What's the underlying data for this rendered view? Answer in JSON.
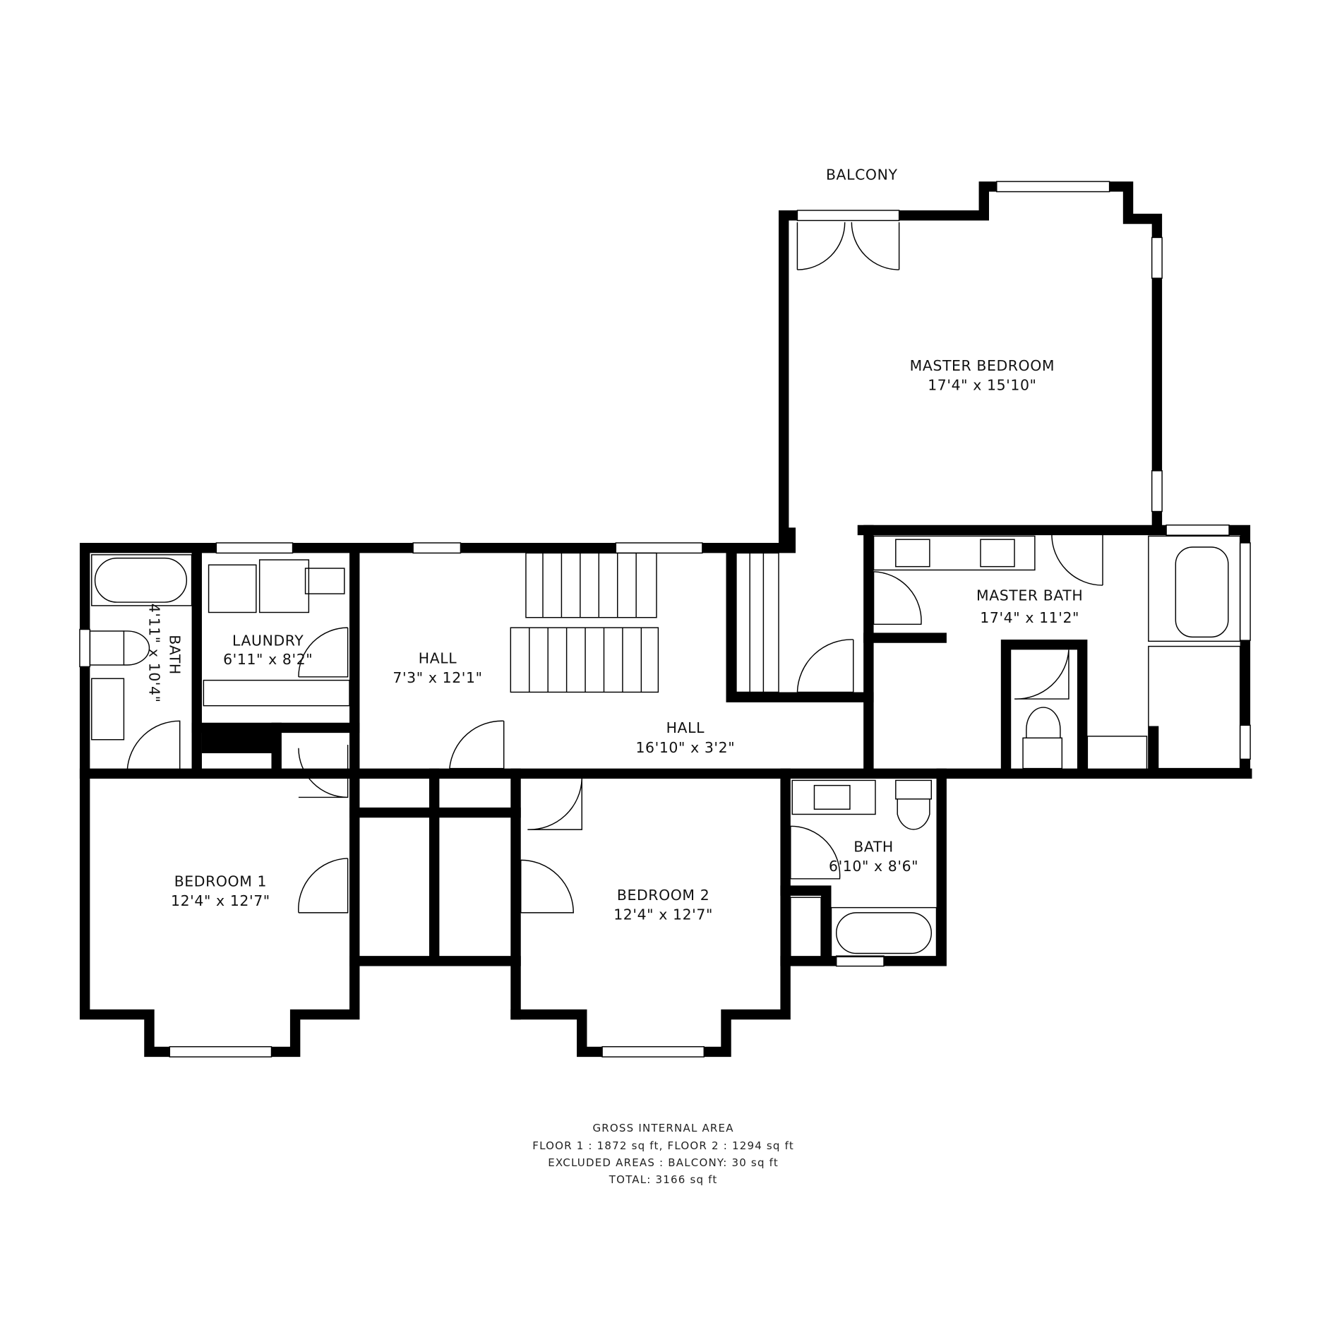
{
  "rooms": {
    "balcony": {
      "name": "BALCONY"
    },
    "master_bedroom": {
      "name": "MASTER BEDROOM",
      "size": "17'4\" x 15'10\""
    },
    "master_bath": {
      "name": "MASTER BATH",
      "size": "17'4\" x 11'2\""
    },
    "bath_small": {
      "name": "BATH",
      "size": "4'11\" x 10'4\""
    },
    "laundry": {
      "name": "LAUNDRY",
      "size": "6'11\" x 8'2\""
    },
    "hall_upper": {
      "name": "HALL",
      "size": "7'3\" x 12'1\""
    },
    "hall_lower": {
      "name": "HALL",
      "size": "16'10\" x 3'2\""
    },
    "bedroom1": {
      "name": "BEDROOM 1",
      "size": "12'4\" x 12'7\""
    },
    "bedroom2": {
      "name": "BEDROOM 2",
      "size": "12'4\" x 12'7\""
    },
    "bath2": {
      "name": "BATH",
      "size": "6'10\" x 8'6\""
    }
  },
  "area_summary": {
    "title": "GROSS INTERNAL AREA",
    "floors": "FLOOR 1 : 1872 sq ft, FLOOR 2 : 1294 sq ft",
    "excluded": "EXCLUDED AREAS : BALCONY: 30 sq ft",
    "total": "TOTAL: 3166 sq ft"
  }
}
